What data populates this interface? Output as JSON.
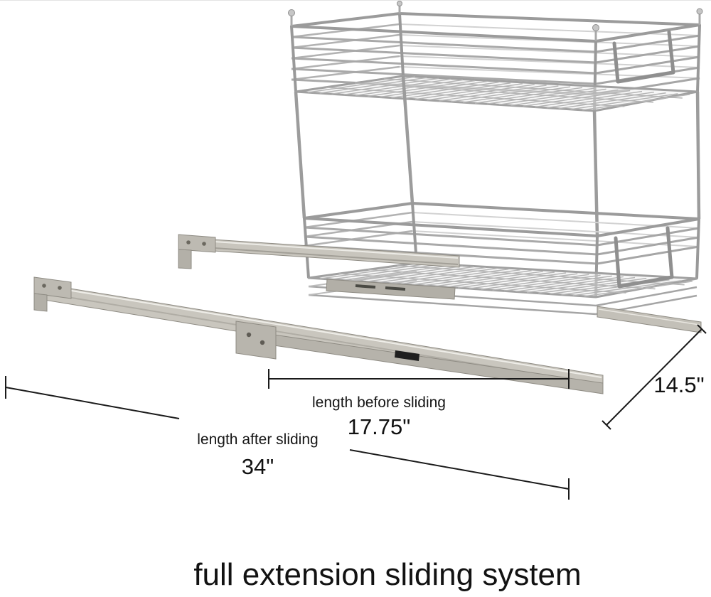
{
  "illustration": {
    "name": "two-tier-pull-out-wire-basket-with-full-extension-slides"
  },
  "annotations": {
    "before_sliding": {
      "label": "length before sliding",
      "value": "17.75\""
    },
    "after_sliding": {
      "label": "length after sliding",
      "value": "34\""
    },
    "depth": {
      "value": "14.5\""
    }
  },
  "caption": {
    "text": "full extension sliding system"
  },
  "colors": {
    "chrome_wire": "#a9a9a9",
    "chrome_light": "#cfcfcf",
    "rail_metal": "#c8c5bd",
    "annotation_line": "#1a1a1a",
    "background": "#ffffff"
  }
}
